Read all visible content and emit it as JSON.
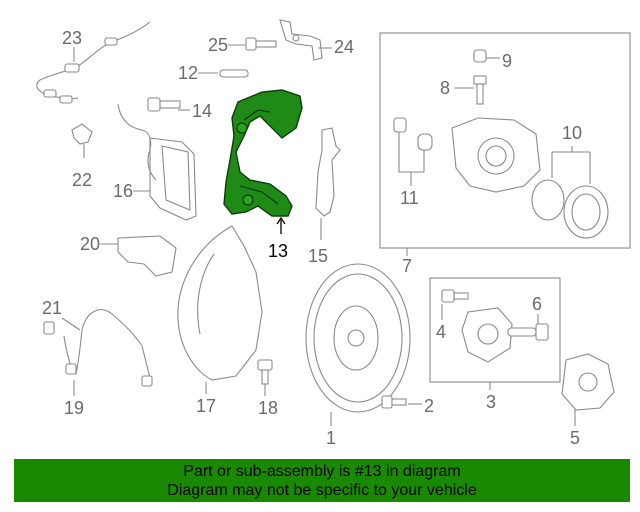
{
  "callouts": [
    {
      "num": "23"
    },
    {
      "num": "25"
    },
    {
      "num": "24"
    },
    {
      "num": "12"
    },
    {
      "num": "14"
    },
    {
      "num": "22"
    },
    {
      "num": "16"
    },
    {
      "num": "13",
      "highlighted": true
    },
    {
      "num": "15"
    },
    {
      "num": "20"
    },
    {
      "num": "21"
    },
    {
      "num": "19"
    },
    {
      "num": "17"
    },
    {
      "num": "18"
    },
    {
      "num": "1"
    },
    {
      "num": "2"
    },
    {
      "num": "9"
    },
    {
      "num": "8"
    },
    {
      "num": "10"
    },
    {
      "num": "11"
    },
    {
      "num": "7"
    },
    {
      "num": "4"
    },
    {
      "num": "6"
    },
    {
      "num": "3"
    },
    {
      "num": "5"
    }
  ],
  "banner": {
    "line1": "Part or sub-assembly is #13 in diagram",
    "line2": "Diagram may not be specific to your vehicle",
    "background": "#198a00"
  },
  "colors": {
    "highlight_part": "#1f8a16",
    "outline": "#8a8a8a"
  }
}
